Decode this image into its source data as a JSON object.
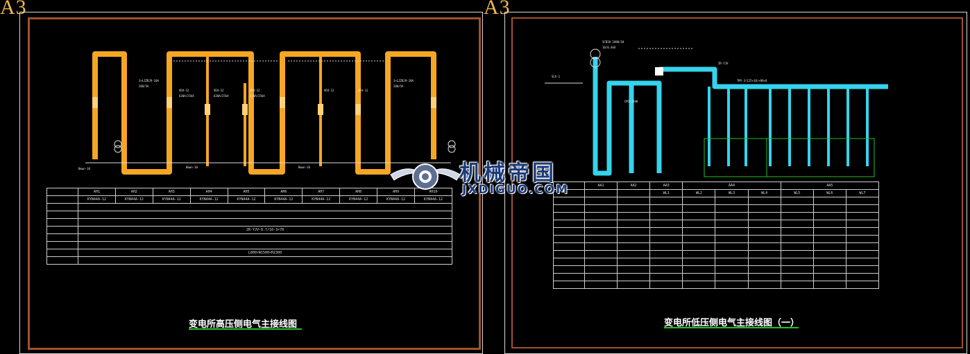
{
  "sheet_label_left": "A3",
  "sheet_label_right": "A3",
  "left_title": "变电所高压侧电气主接线图",
  "right_title": "变电所低压侧电气主接线图（一）",
  "watermark": {
    "cn": "机械帝国",
    "en": "JXDIGUO.COM"
  },
  "left_cabinets": [
    "AH1",
    "AH2",
    "AH3",
    "AH4",
    "AH5",
    "AH6",
    "AH7",
    "AH8",
    "AH9",
    "AH10"
  ],
  "left_models": [
    "KYN44A-12",
    "KYN44A-12",
    "KYN44A-12",
    "KYN44A-12",
    "KYN44A-12",
    "KYN44A-12",
    "KYN44A-12",
    "KYN44A-12",
    "KYN44A-12",
    "KYN44A-12"
  ],
  "left_size": "L800×W1500×H2300",
  "left_cable": "ZR-YJV-8.7/10-3×70",
  "right_cabinets": [
    "AA1",
    "AA2",
    "AA3",
    "AA4",
    "AA5"
  ],
  "right_feeders": [
    "WL1",
    "WL2",
    "WL3",
    "WL4",
    "WL5",
    "WL6",
    "WL7"
  ],
  "colors": {
    "hv_bus": "#f5a623",
    "lv_bus": "#35d3ec",
    "frame": "#a0522d",
    "title_line": "#22c12a",
    "a3": "#f1b94a"
  },
  "icons": [
    "gear-logo-icon",
    "transformer-icon"
  ]
}
